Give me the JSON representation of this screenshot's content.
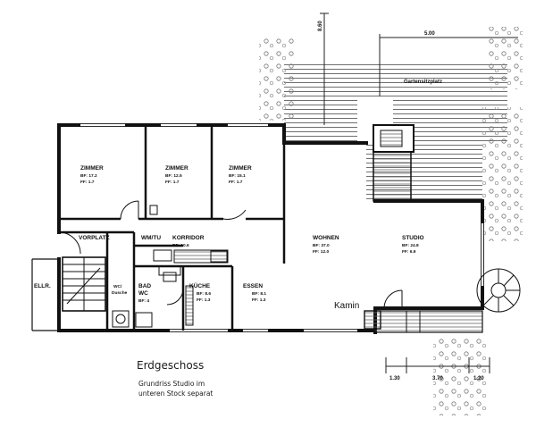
{
  "caption": {
    "title": "Erdgeschoss",
    "subtitle_line1": "Grundriss Studio im",
    "subtitle_line2": "unteren Stock separat"
  },
  "dimensions": {
    "top_height": "8.60",
    "top_width": "5.00",
    "bottom_left": "1.30",
    "bottom_mid": "3.70",
    "bottom_right": "1.20"
  },
  "outdoor": {
    "garden_terrace": "Gartensitzplatz"
  },
  "rooms": {
    "zimmer1": {
      "name": "ZIMMER",
      "bf": "BF: 17.2",
      "ff": "FF: 1.7"
    },
    "zimmer2": {
      "name": "ZIMMER",
      "bf": "BF: 12.5",
      "ff": "FF: 1.7"
    },
    "zimmer3": {
      "name": "ZIMMER",
      "bf": "BF: 15.1",
      "ff": "FF: 1.7"
    },
    "vorplatz": {
      "name": "VORPLATZ"
    },
    "wmtu": {
      "name": "WM/TU"
    },
    "korridor": {
      "name": "KORRIDOR",
      "bf": "BF: 10.6"
    },
    "wohnen": {
      "name": "WOHNEN",
      "bf": "BF: 37.0",
      "ff": "FF: 12.0"
    },
    "studio": {
      "name": "STUDIO",
      "bf": "BF: 24.8",
      "ff": "FF: 6.9"
    },
    "ellr": {
      "name": "ELLR."
    },
    "wc_dusche": {
      "name": "WC/",
      "name2": "Dusche"
    },
    "bad": {
      "name": "BAD",
      "name2": "WC",
      "bf": "BF: 4"
    },
    "kueche": {
      "name": "KÜCHE",
      "bf": "BF: 8.6",
      "ff": "FF: 1.3"
    },
    "essen": {
      "name": "ESSEN",
      "bf": "BF: 8.1",
      "ff": "FF: 1.3"
    }
  },
  "annotations": {
    "kamin": "Kamin"
  }
}
